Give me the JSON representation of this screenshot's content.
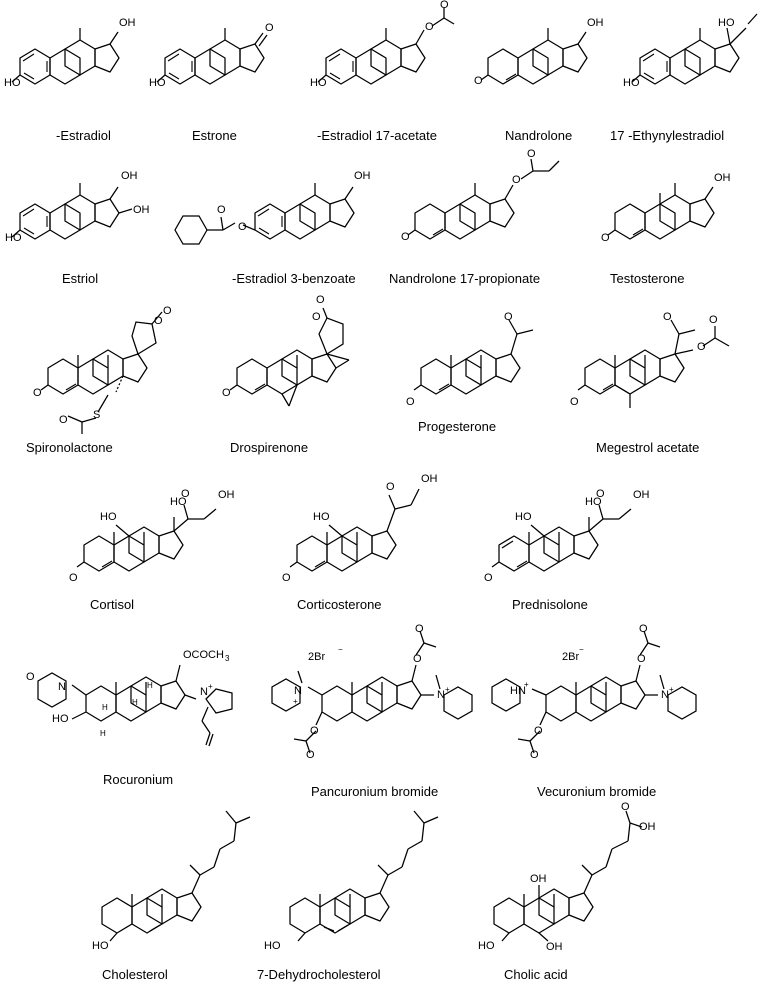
{
  "figure": {
    "rows": [
      {
        "items": [
          {
            "name": "-Estradiol",
            "labels": [
              "OH",
              "HO"
            ]
          },
          {
            "name": "Estrone",
            "labels": [
              "O",
              "HO"
            ]
          },
          {
            "name": "-Estradiol 17-acetate",
            "labels": [
              "O",
              "O",
              "HO"
            ]
          },
          {
            "name": "Nandrolone",
            "labels": [
              "OH",
              "O"
            ]
          },
          {
            "name": "17  -Ethynylestradiol",
            "labels": [
              "HO",
              "HO"
            ]
          }
        ]
      },
      {
        "items": [
          {
            "name": "Estriol",
            "labels": [
              "OH",
              "OH",
              "HO"
            ]
          },
          {
            "name": "-Estradiol 3-benzoate",
            "labels": [
              "OH",
              "O",
              "O"
            ]
          },
          {
            "name": "Nandrolone 17-propionate",
            "labels": [
              "O",
              "O",
              "O"
            ]
          },
          {
            "name": "Testosterone",
            "labels": [
              "OH",
              "O"
            ]
          }
        ]
      },
      {
        "items": [
          {
            "name": "Spironolactone",
            "labels": [
              "O",
              "O",
              "O",
              "S",
              "O"
            ]
          },
          {
            "name": "Drospirenone",
            "labels": [
              "O",
              "O",
              "O"
            ]
          },
          {
            "name": "Progesterone",
            "labels": [
              "O",
              "O"
            ]
          },
          {
            "name": "Megestrol acetate",
            "labels": [
              "O",
              "O",
              "O",
              "O"
            ]
          }
        ]
      },
      {
        "items": [
          {
            "name": "Cortisol",
            "labels": [
              "HO",
              "HO",
              "O",
              "OH",
              "O"
            ]
          },
          {
            "name": "Corticosterone",
            "labels": [
              "HO",
              "O",
              "OH",
              "O"
            ]
          },
          {
            "name": "Prednisolone",
            "labels": [
              "HO",
              "HO",
              "O",
              "OH",
              "O"
            ]
          }
        ]
      },
      {
        "items": [
          {
            "name": "Rocuronium",
            "labels": [
              "O",
              "N",
              "HO",
              "OCOCH",
              "3",
              "N",
              "+",
              "H",
              "H",
              "H",
              "H"
            ]
          },
          {
            "name": "Pancuronium bromide",
            "labels": [
              "2Br",
              "−",
              "N",
              "+",
              "N",
              "+",
              "O",
              "O",
              "O",
              "O"
            ]
          },
          {
            "name": "Vecuronium bromide",
            "labels": [
              "2Br",
              "−",
              "HN",
              "+",
              "N",
              "+",
              "O",
              "O",
              "O",
              "O"
            ]
          }
        ]
      },
      {
        "items": [
          {
            "name": "Cholesterol",
            "labels": [
              "HO"
            ]
          },
          {
            "name": "7-Dehydrocholesterol",
            "labels": [
              "HO"
            ]
          },
          {
            "name": "Cholic acid",
            "labels": [
              "OH",
              "O",
              "OH",
              "HO",
              "OH"
            ]
          }
        ]
      }
    ]
  }
}
